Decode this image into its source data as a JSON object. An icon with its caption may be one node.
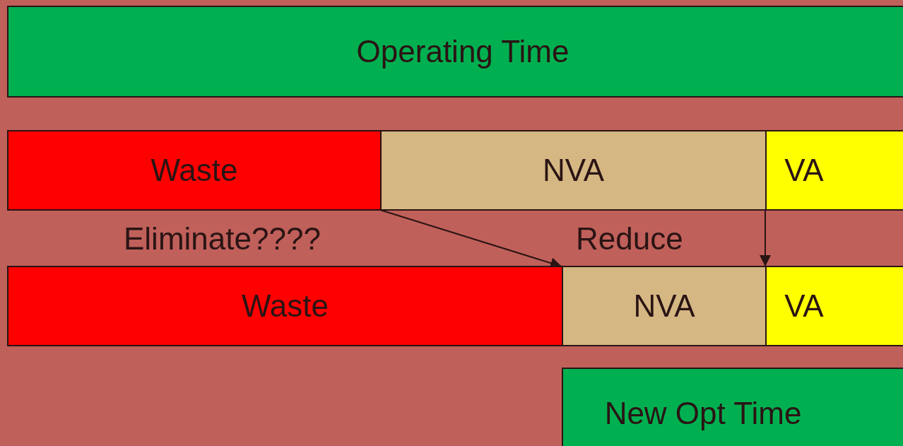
{
  "diagram": {
    "nodes": [
      {
        "text": [
          "Operating Time"
        ]
      },
      {
        "text": [
          "Waste"
        ]
      },
      {
        "text": [
          "NVA"
        ]
      },
      {
        "text": [
          "VA"
        ]
      },
      {
        "text": [
          "Waste"
        ]
      },
      {
        "text": [
          "NVA"
        ]
      },
      {
        "text": [
          "VA"
        ]
      },
      {
        "text": [
          "New Opt Time"
        ]
      }
    ],
    "edges": [
      {
        "from": 1,
        "to": 4,
        "arrow": "to"
      },
      {
        "from": 2,
        "to": 5,
        "arrow": "to"
      }
    ],
    "labels": [
      "Eliminate????",
      "Reduce"
    ]
  }
}
